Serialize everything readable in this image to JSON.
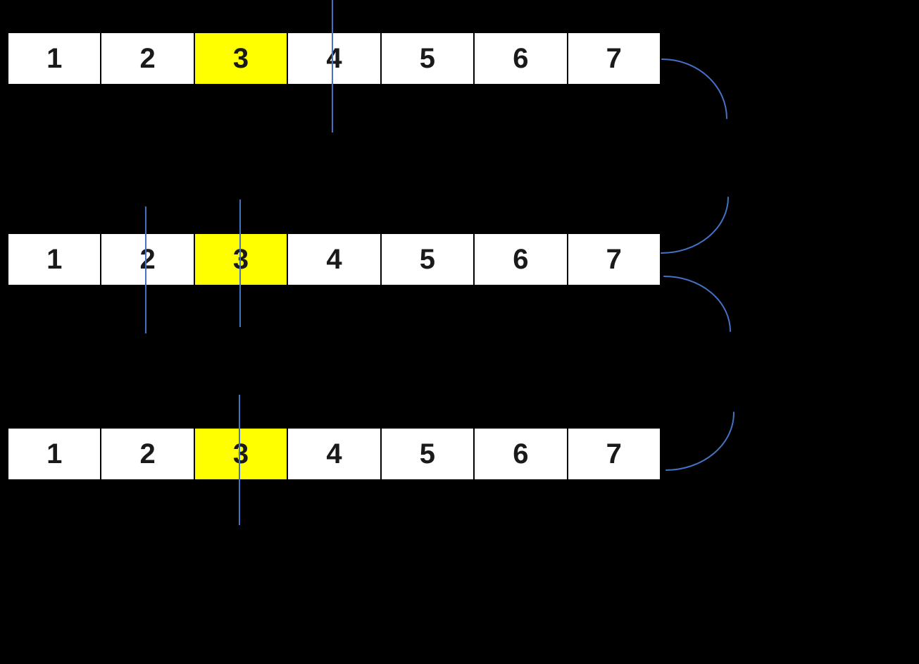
{
  "diagram": {
    "description": "array search step visualization",
    "rows": [
      {
        "name": "array-step-1",
        "cells": [
          "1",
          "2",
          "3",
          "4",
          "5",
          "6",
          "7"
        ],
        "highlighted_value": "3"
      },
      {
        "name": "array-step-2",
        "cells": [
          "1",
          "2",
          "3",
          "4",
          "5",
          "6",
          "7"
        ],
        "highlighted_value": "3"
      },
      {
        "name": "array-step-3",
        "cells": [
          "1",
          "2",
          "3",
          "4",
          "5",
          "6",
          "7"
        ],
        "highlighted_value": "3"
      }
    ],
    "pointers": [
      {
        "name": "pointer-row1-cell4",
        "row": 1,
        "cell_value": "4"
      },
      {
        "name": "pointer-row2-cell2",
        "row": 2,
        "cell_value": "2"
      },
      {
        "name": "pointer-row2-cell3",
        "row": 2,
        "cell_value": "3"
      },
      {
        "name": "pointer-row3-cell3",
        "row": 3,
        "cell_value": "3"
      }
    ],
    "connectors": [
      {
        "name": "arc-row1-to-row2",
        "from_row": 1,
        "to_row": 2,
        "side": "right"
      },
      {
        "name": "arc-row2-to-row3",
        "from_row": 2,
        "to_row": 3,
        "side": "right"
      }
    ],
    "colors": {
      "background": "#000000",
      "highlight_yellow": "#ffff00",
      "pointer_blue": "#4472c4",
      "cell_fill": "#ffffff",
      "cell_border": "#000000",
      "digit_color": "#1a1a1a"
    }
  }
}
